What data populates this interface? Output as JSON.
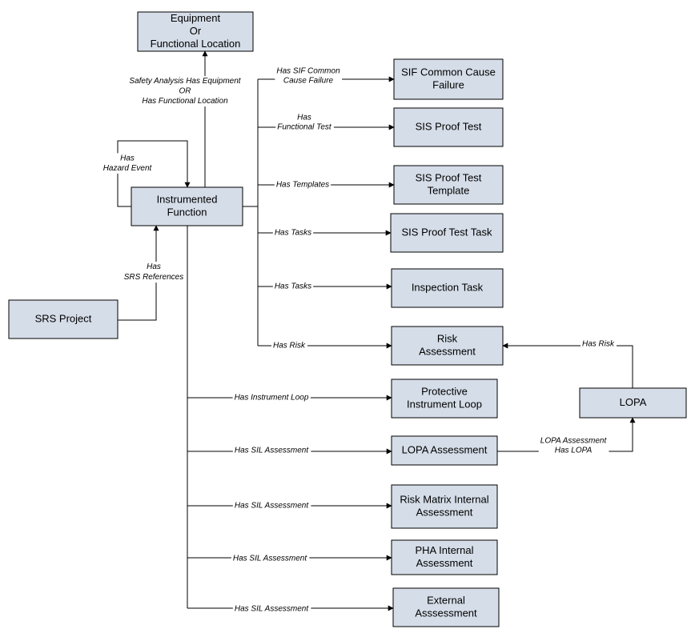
{
  "nodes": {
    "equipment": [
      "Equipment",
      "Or",
      "Functional Location"
    ],
    "instrumented_function": [
      "Instrumented",
      "Function"
    ],
    "srs_project": [
      "SRS Project"
    ],
    "sif_common_cause_failure": [
      "SIF Common Cause",
      "Failure"
    ],
    "sis_proof_test": [
      "SIS Proof Test"
    ],
    "sis_proof_test_template": [
      "SIS Proof Test",
      "Template"
    ],
    "sis_proof_test_task": [
      "SIS Proof Test Task"
    ],
    "inspection_task": [
      "Inspection Task"
    ],
    "risk_assessment": [
      "Risk",
      "Assessment"
    ],
    "protective_instrument_loop": [
      "Protective",
      "Instrument Loop"
    ],
    "lopa": [
      "LOPA"
    ],
    "lopa_assessment": [
      "LOPA Assessment"
    ],
    "risk_matrix_internal_assessment": [
      "Risk Matrix Internal",
      "Assessment"
    ],
    "pha_internal_assessment": [
      "PHA Internal",
      "Assessment"
    ],
    "external_assessment": [
      "External",
      "Asssessment"
    ]
  },
  "edges": {
    "safety_analysis_has_equipment": [
      "Safety Analysis Has Equipment",
      "OR",
      "Has Functional Location"
    ],
    "has_hazard_event": [
      "Has",
      "Hazard Event"
    ],
    "has_srs_references": [
      "Has",
      "SRS References"
    ],
    "has_sif_common_cause_failure": [
      "Has SIF Common",
      "Cause Failure"
    ],
    "has_functional_test": [
      "Has",
      "Functional Test"
    ],
    "has_templates": [
      "Has Templates"
    ],
    "has_tasks_proof_test_task": [
      "Has Tasks"
    ],
    "has_tasks_inspection": [
      "Has Tasks"
    ],
    "has_risk": [
      "Has Risk"
    ],
    "lopa_has_risk": [
      "Has Risk"
    ],
    "has_instrument_loop": [
      "Has Instrument Loop"
    ],
    "has_sil_assessment_lopa": [
      "Has SIL Assessment"
    ],
    "lopa_assessment_has_lopa": [
      "LOPA Assessment",
      "Has LOPA"
    ],
    "has_sil_assessment_risk_matrix": [
      "Has SIL Assessment"
    ],
    "has_sil_assessment_pha": [
      "Has SIL Assessment"
    ],
    "has_sil_assessment_external": [
      "Has SIL Assessment"
    ]
  }
}
